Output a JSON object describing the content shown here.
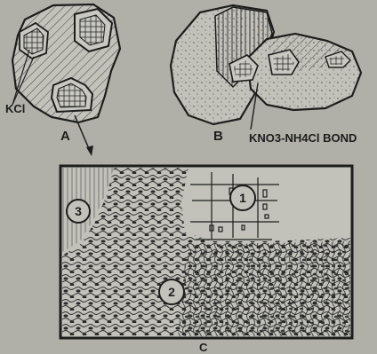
{
  "figure": {
    "label_kcl": "KCl",
    "label_a": "A",
    "label_b": "B",
    "label_c": "C",
    "label_bond": "KNO3-NH4Cl BOND",
    "circle_1": "1",
    "circle_2": "2",
    "circle_3": "3"
  },
  "colors": {
    "background": "#b0b0a9",
    "ink": "#1d1d1d",
    "panel": "#c2c2bb"
  }
}
